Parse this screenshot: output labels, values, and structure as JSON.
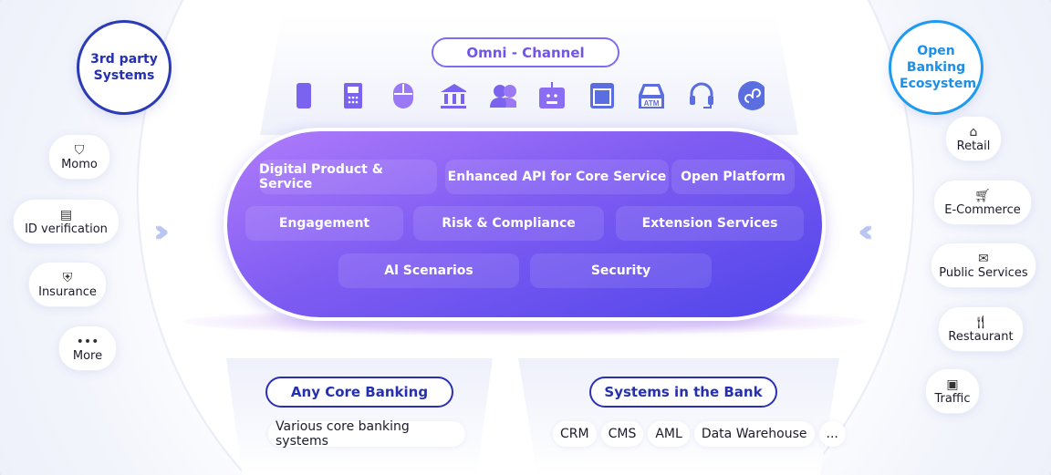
{
  "omni_channel": {
    "title": "Omni - Channel",
    "icons": [
      "mobile-phone-icon",
      "pos-terminal-icon",
      "mouse-icon",
      "bank-branch-icon",
      "users-icon",
      "robot-icon",
      "browser-window-icon",
      "atm-icon",
      "headset-icon",
      "mini-program-icon"
    ],
    "atm_label": "ATM"
  },
  "core_capabilities": [
    "Digital Product & Service",
    "Enhanced API for Core Service",
    "Open Platform",
    "Engagement",
    "Risk & Compliance",
    "Extension Services",
    "Al Scenarios",
    "Security"
  ],
  "left": {
    "title": "3rd party Systems",
    "items": [
      {
        "label": "Momo",
        "icon": "shopping-bag-icon"
      },
      {
        "label": "ID verification",
        "icon": "id-card-icon"
      },
      {
        "label": "Insurance",
        "icon": "insurance-icon"
      },
      {
        "label": "More",
        "icon": "more-dots-icon"
      }
    ]
  },
  "right": {
    "title": "Open Banking Ecosystem",
    "items": [
      {
        "label": "Retail",
        "icon": "store-icon"
      },
      {
        "label": "E-Commerce",
        "icon": "cart-icon"
      },
      {
        "label": "Public Services",
        "icon": "public-services-icon"
      },
      {
        "label": "Restaurant",
        "icon": "fork-knife-icon"
      },
      {
        "label": "Traffic",
        "icon": "bus-icon"
      }
    ]
  },
  "core_banking": {
    "title": "Any Core Banking",
    "subtitle": "Various core banking systems"
  },
  "bank_systems": {
    "title": "Systems in the Bank",
    "items": [
      "CRM",
      "CMS",
      "AML",
      "Data Warehouse",
      "..."
    ]
  },
  "colors": {
    "core_start": "#b07cfb",
    "core_end": "#4f45ea",
    "left_border": "#2a3bb5",
    "right_border": "#1e9bf0",
    "accent": "#7055e8"
  }
}
